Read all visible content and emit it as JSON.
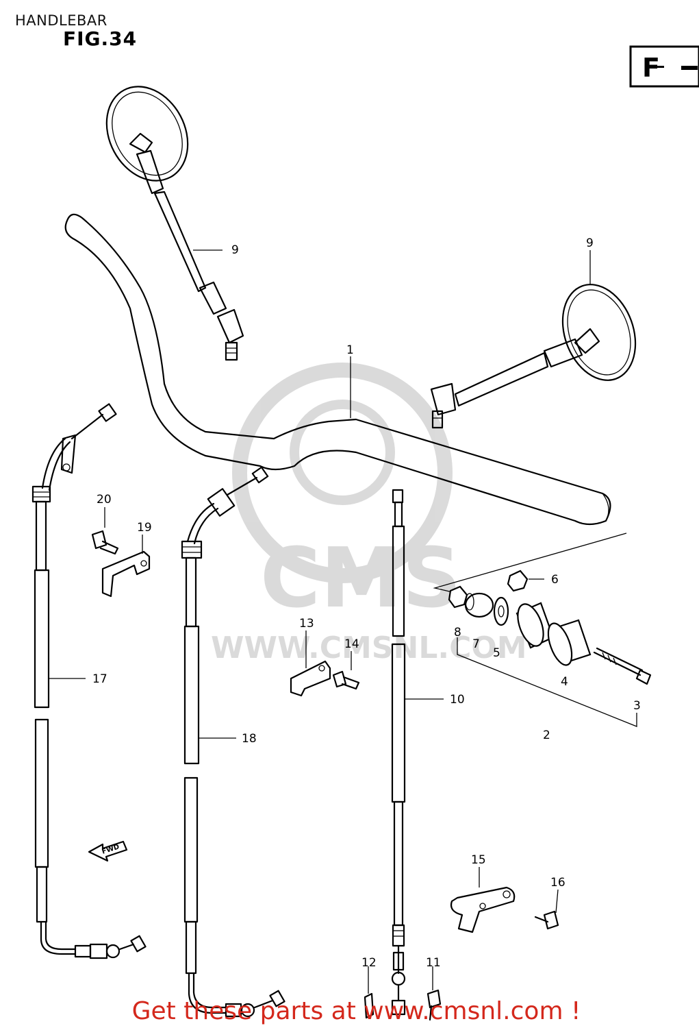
{
  "header": {
    "title": "HANDLEBAR",
    "figure": "FIG.34"
  },
  "badge": {
    "letter": "F"
  },
  "watermark": {
    "logo_text": "CMS",
    "url_text": "WWW.CMSNL.COM"
  },
  "callouts": [
    {
      "id": "1",
      "label": "1"
    },
    {
      "id": "2",
      "label": "2"
    },
    {
      "id": "3",
      "label": "3"
    },
    {
      "id": "4",
      "label": "4"
    },
    {
      "id": "5",
      "label": "5"
    },
    {
      "id": "6",
      "label": "6"
    },
    {
      "id": "7",
      "label": "7"
    },
    {
      "id": "8",
      "label": "8"
    },
    {
      "id": "9a",
      "label": "9"
    },
    {
      "id": "9b",
      "label": "9"
    },
    {
      "id": "10",
      "label": "10"
    },
    {
      "id": "11",
      "label": "11"
    },
    {
      "id": "12",
      "label": "12"
    },
    {
      "id": "13",
      "label": "13"
    },
    {
      "id": "14",
      "label": "14"
    },
    {
      "id": "15",
      "label": "15"
    },
    {
      "id": "16",
      "label": "16"
    },
    {
      "id": "17",
      "label": "17"
    },
    {
      "id": "18",
      "label": "18"
    },
    {
      "id": "19",
      "label": "19"
    },
    {
      "id": "20",
      "label": "20"
    }
  ],
  "fwd_arrow": {
    "label": "FWD"
  },
  "footer": {
    "banner": "Get these parts at www.cmsnl.com !"
  },
  "colors": {
    "banner_red": "#d4281c",
    "ink": "#000000"
  }
}
